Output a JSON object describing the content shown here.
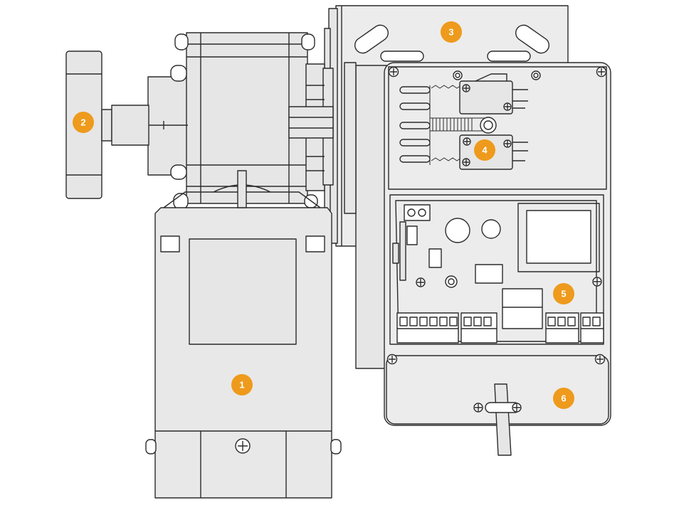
{
  "colors": {
    "line": "#2b2b2b",
    "body_fill": "#e6e6e6",
    "panel_fill": "#ececec",
    "white": "#ffffff",
    "callout": "#ee9a1c",
    "callout_text": "#ffffff"
  },
  "callouts": [
    {
      "number": "1",
      "part": "gear-motor-body"
    },
    {
      "number": "2",
      "part": "shaft-coupling"
    },
    {
      "number": "3",
      "part": "mounting-bracket"
    },
    {
      "number": "4",
      "part": "limit-switches"
    },
    {
      "number": "5",
      "part": "control-board"
    },
    {
      "number": "6",
      "part": "enclosure-cover"
    }
  ]
}
